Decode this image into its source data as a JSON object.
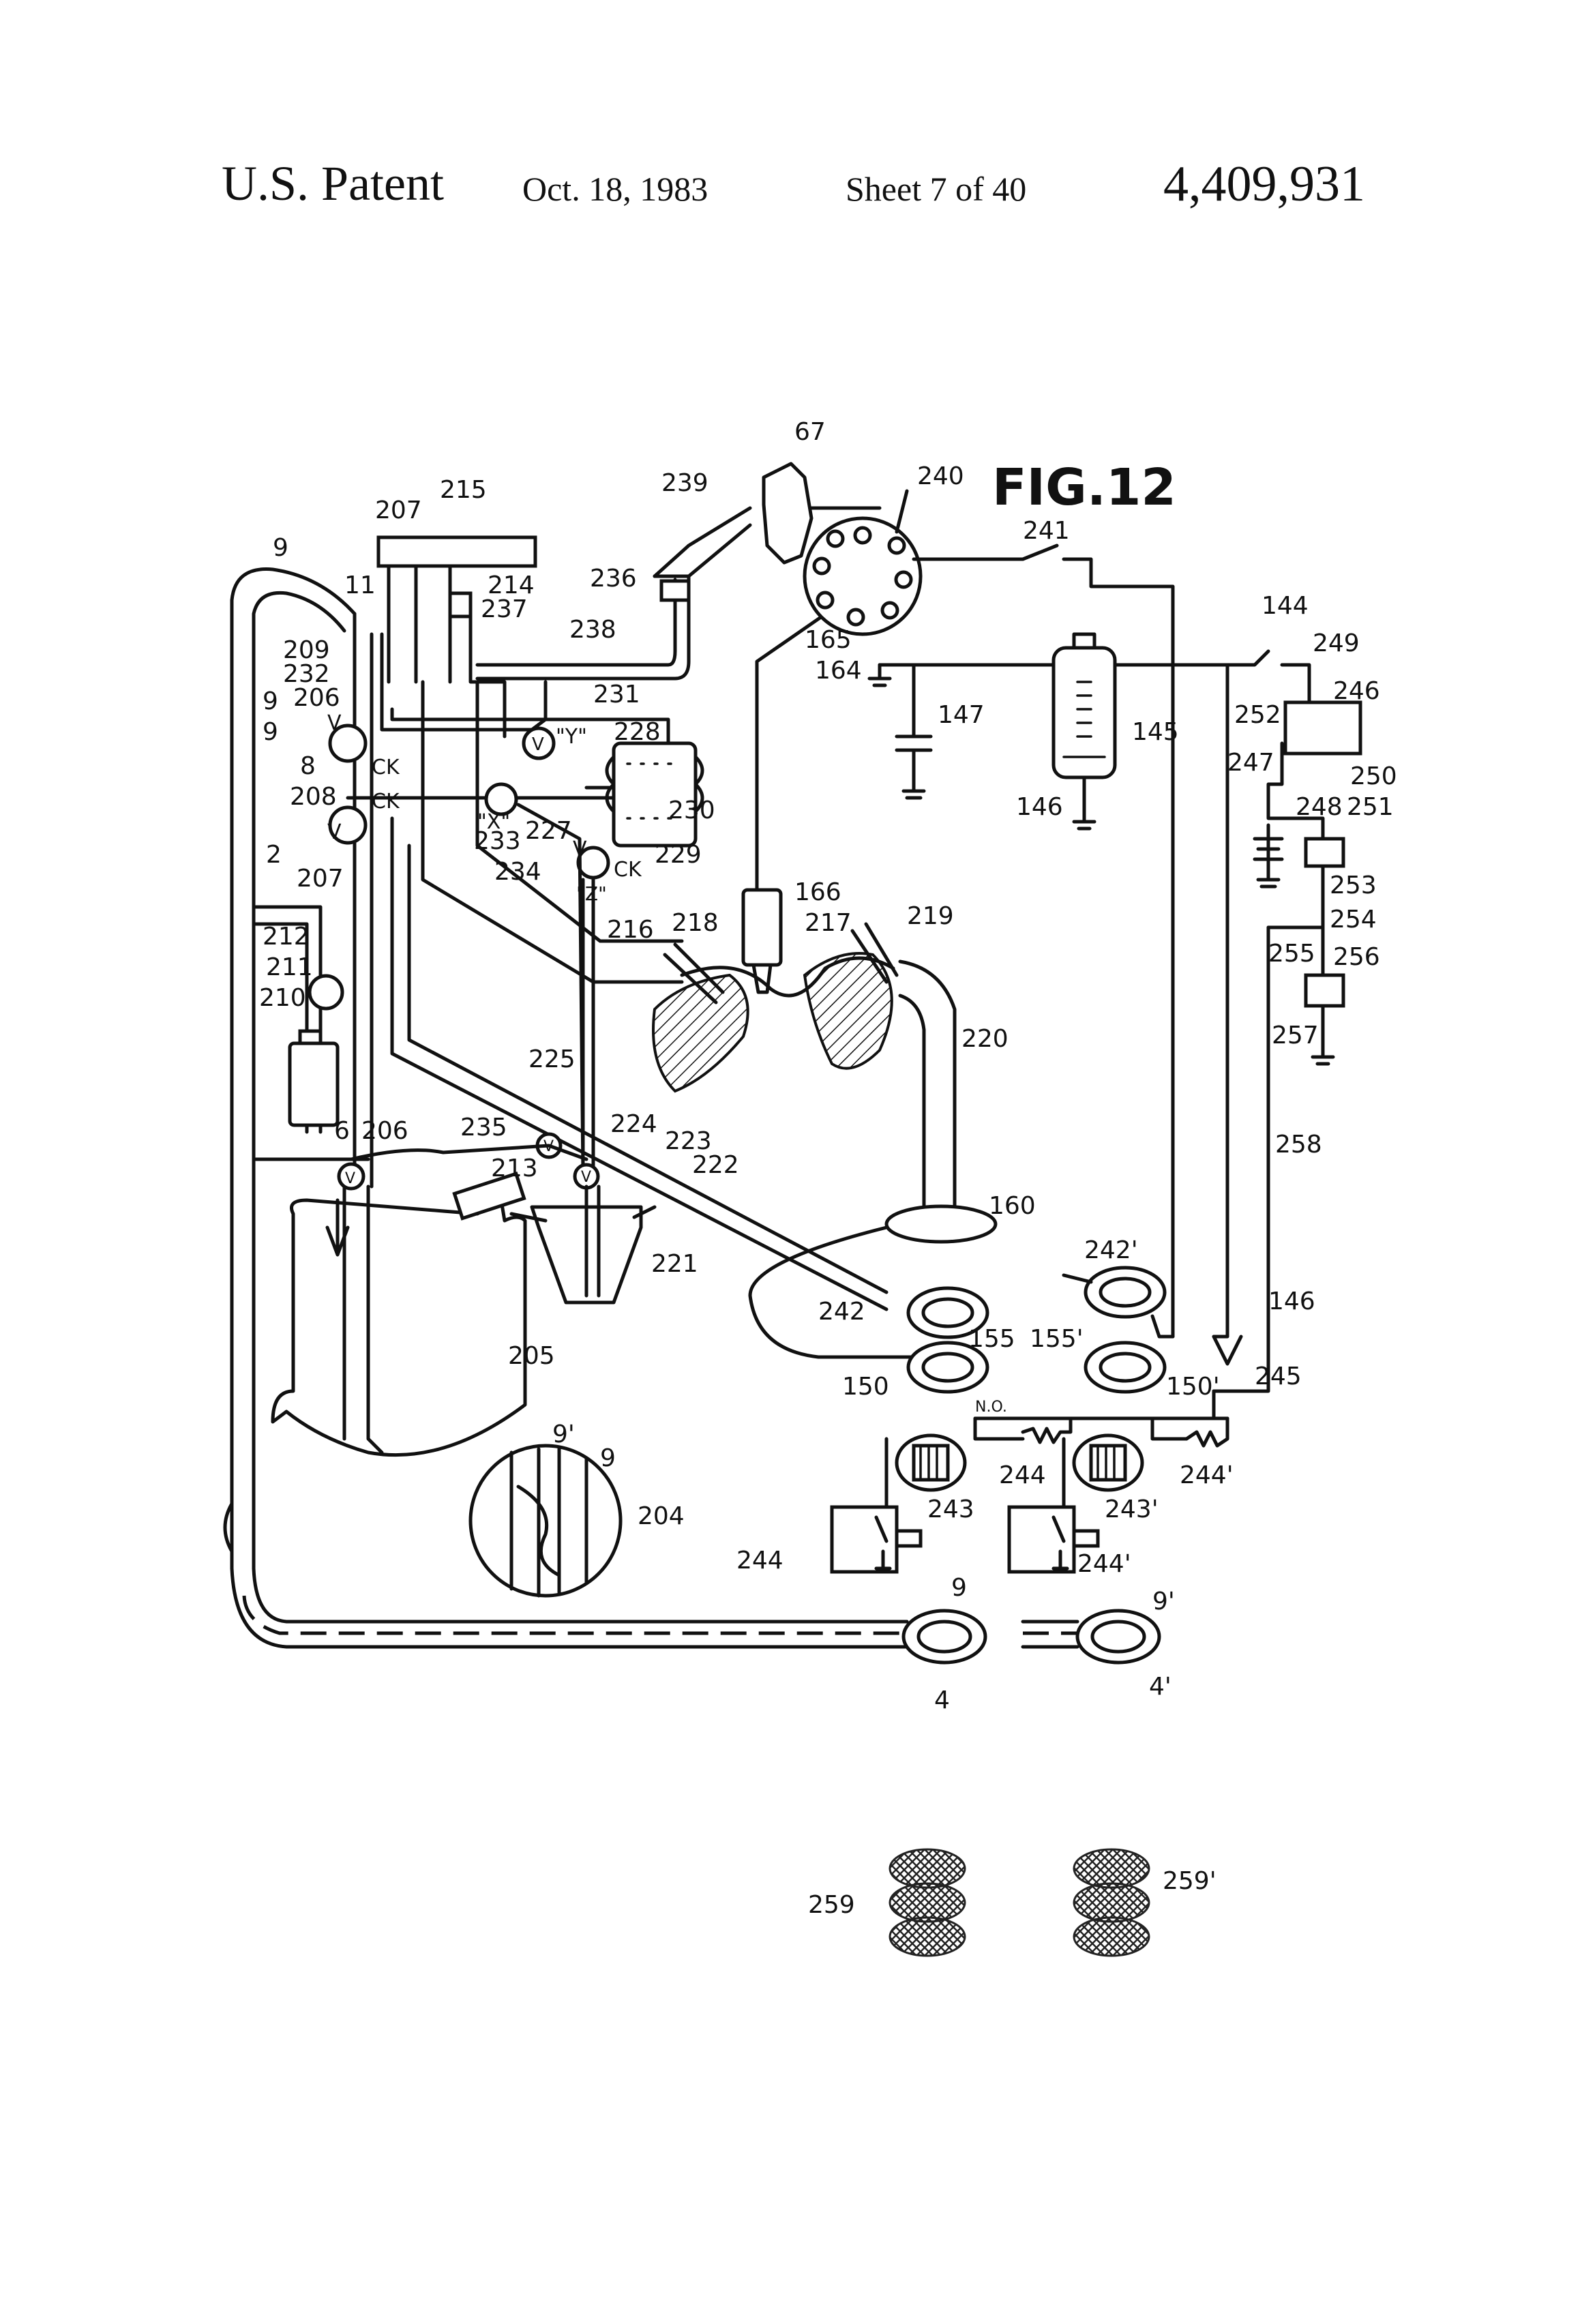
{
  "header": {
    "title": "U.S. Patent",
    "date": "Oct. 18, 1983",
    "sheet": "Sheet 7 of 40",
    "patent_number": "4,409,931"
  },
  "figure": {
    "label": "FIG.12",
    "callouts": {
      "c67": "67",
      "c215": "215",
      "c207a": "207",
      "c239": "239",
      "c240": "240",
      "c241": "241",
      "c9a": "9",
      "c11": "11",
      "c214": "214",
      "c236": "236",
      "c237": "237",
      "c238": "238",
      "c144": "144",
      "c249": "249",
      "c165": "165",
      "c164": "164",
      "c209": "209",
      "c232": "232",
      "c206a": "206",
      "c9b": "9",
      "c9c": "9",
      "c231": "231",
      "c147": "147",
      "c246": "246",
      "c252": "252",
      "c8": "8",
      "c228": "228",
      "c145": "145",
      "c247": "247",
      "c250": "250",
      "c208": "208",
      "c230": "230",
      "c146a": "146",
      "c248": "248",
      "c251": "251",
      "c207b": "207",
      "c233": "233",
      "c227": "227",
      "c229": "229",
      "c234": "234",
      "c166": "166",
      "c253": "253",
      "c2": "2",
      "c254": "254",
      "c212": "212",
      "c216": "216",
      "c218": "218",
      "c217": "217",
      "c219": "219",
      "c255": "255",
      "c256": "256",
      "c211": "211",
      "c210": "210",
      "c257": "257",
      "c220": "220",
      "c225": "225",
      "c6": "6",
      "c206b": "206",
      "c235": "235",
      "c224": "224",
      "c223": "223",
      "c222": "222",
      "c258": "258",
      "c213": "213",
      "c160": "160",
      "c242p": "242'",
      "c221": "221",
      "c146b": "146",
      "c242": "242",
      "c155": "155",
      "c155p": "155'",
      "c205": "205",
      "c245": "245",
      "c150": "150",
      "c150p": "150'",
      "cNO": "N.O.",
      "c244a": "244",
      "c244p": "244'",
      "c9p": "9'",
      "c9d": "9",
      "c243": "243",
      "c243p": "243'",
      "c204": "204",
      "c244b": "244",
      "c244pb": "244'",
      "c9e": "9",
      "c9pb": "9'",
      "c4": "4",
      "c4p": "4'",
      "c259": "259",
      "c259p": "259'",
      "cV1": "V",
      "cCK1": "CK",
      "cV2": "V",
      "cCK2": "CK",
      "cX": "\"X\"",
      "cY": "\"Y\"",
      "cV3": "V",
      "cV4": "V",
      "cCK3": "CK",
      "cZ": "\"Z\"",
      "cV5": "V",
      "cV6": "V",
      "cV7": "V"
    }
  }
}
